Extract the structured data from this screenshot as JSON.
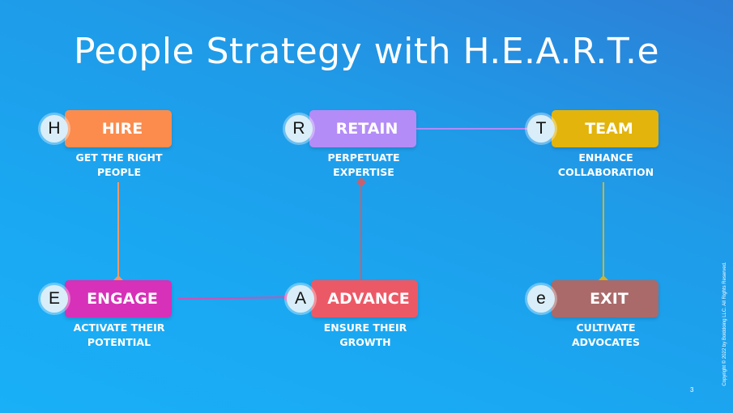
{
  "title": "People Strategy with H.E.A.R.T.e",
  "nodes": {
    "hire": {
      "letter": "H",
      "label": "HIRE",
      "desc": "GET THE RIGHT\nPEOPLE",
      "color": "#fb8c4d"
    },
    "retain": {
      "letter": "R",
      "label": "RETAIN",
      "desc": "PERPETUATE\nEXPERTISE",
      "color": "#b38cf7"
    },
    "team": {
      "letter": "T",
      "label": "TEAM",
      "desc": "ENHANCE\nCOLLABORATION",
      "color": "#e2b40c"
    },
    "engage": {
      "letter": "E",
      "label": "ENGAGE",
      "desc": "ACTIVATE THEIR\nPOTENTIAL",
      "color": "#d631b8"
    },
    "advance": {
      "letter": "A",
      "label": "ADVANCE",
      "desc": "ENSURE THEIR\nGROWTH",
      "color": "#ec5966"
    },
    "exit": {
      "letter": "e",
      "label": "EXIT",
      "desc": "CULTIVATE\nADVOCATES",
      "color": "#aa6a6a"
    }
  },
  "connector_colors": {
    "hire_to_engage": "#f39a63",
    "engage_to_advance": "#d24fb4",
    "advance_to_retain": "#c5616e",
    "retain_to_team": "#b38cf7",
    "team_to_exit": "#d9b120"
  },
  "footer": {
    "copyright": "Copyright © 2022 by Bolddoing LLC. All Rights Reserved.",
    "page_number": "3"
  }
}
